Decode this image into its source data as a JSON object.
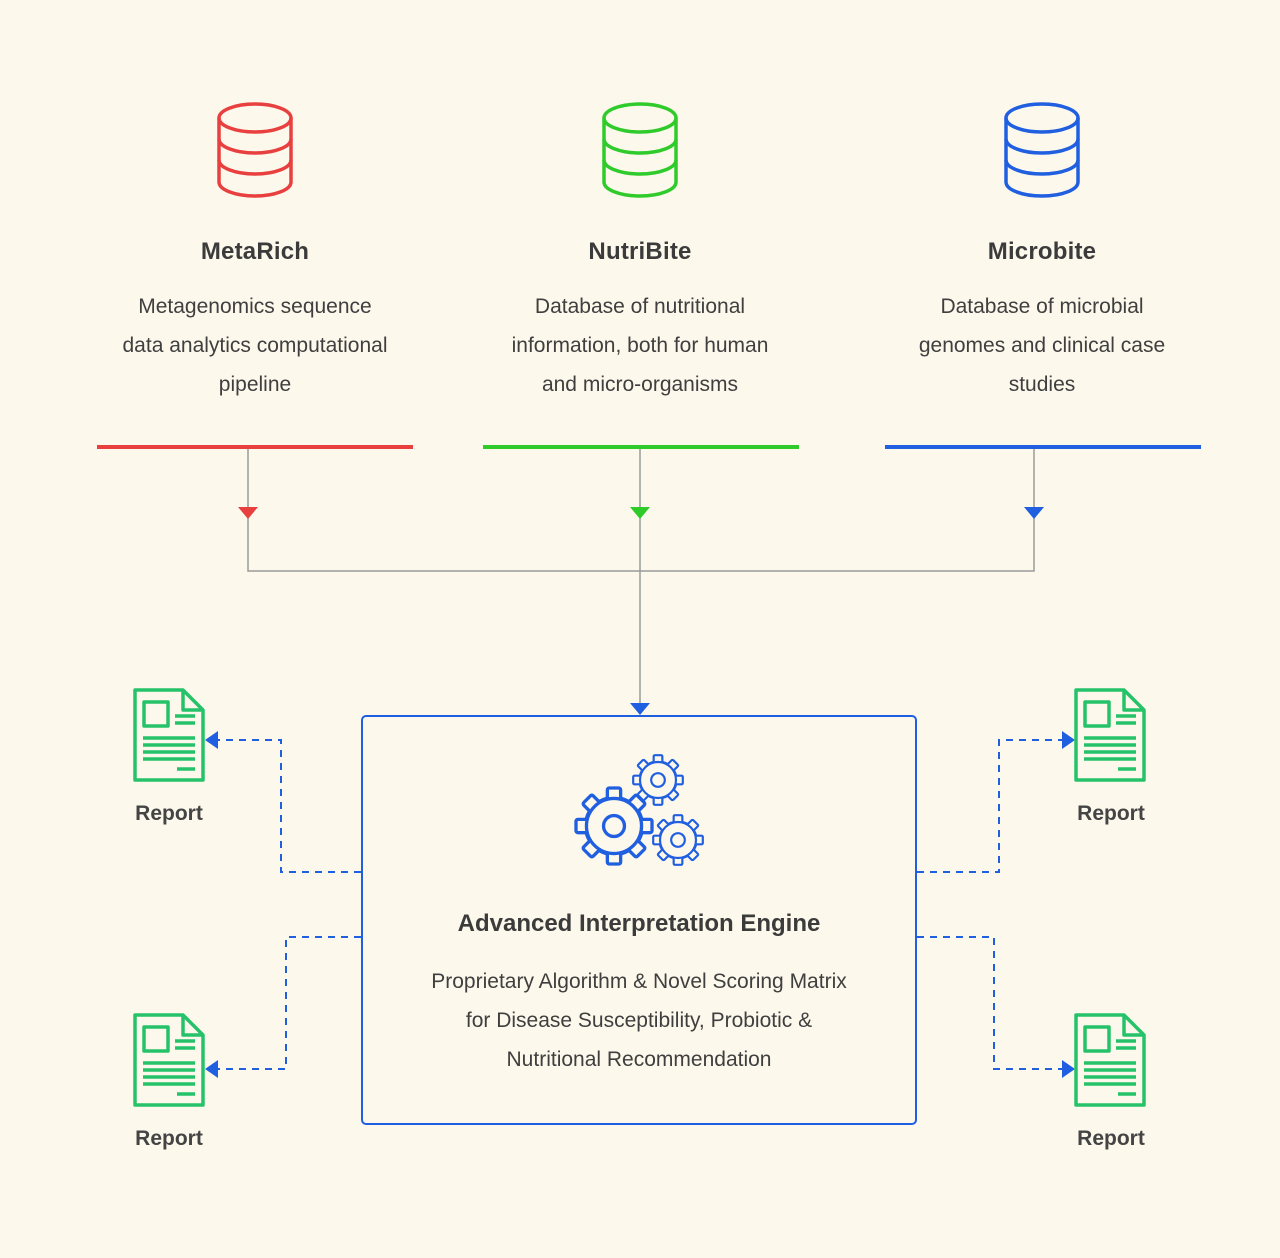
{
  "colors": {
    "background": "#fdf8ec",
    "metarich": "#e8403f",
    "nutribite": "#2ecb2a",
    "microbite": "#1f5fe0",
    "connector": "#9a9a9a",
    "engine_border": "#1f5fe0",
    "report_icon": "#25c26a"
  },
  "sources": [
    {
      "title": "MetaRich",
      "description": [
        "Metagenomics sequence",
        "data analytics computational",
        "pipeline"
      ],
      "icon": "database-icon"
    },
    {
      "title": "NutriBite",
      "description": [
        "Database of nutritional",
        "information, both for human",
        "and micro-organisms"
      ],
      "icon": "database-icon"
    },
    {
      "title": "Microbite",
      "description": [
        "Database of microbial",
        "genomes and clinical case",
        "studies"
      ],
      "icon": "database-icon"
    }
  ],
  "engine": {
    "title": "Advanced Interpretation Engine",
    "description": [
      "Proprietary Algorithm & Novel Scoring Matrix",
      "for Disease Susceptibility, Probiotic &",
      "Nutritional Recommendation"
    ],
    "icon": "gears-icon"
  },
  "reports": [
    {
      "label": "Report",
      "icon": "document-icon"
    },
    {
      "label": "Report",
      "icon": "document-icon"
    },
    {
      "label": "Report",
      "icon": "document-icon"
    },
    {
      "label": "Report",
      "icon": "document-icon"
    }
  ]
}
